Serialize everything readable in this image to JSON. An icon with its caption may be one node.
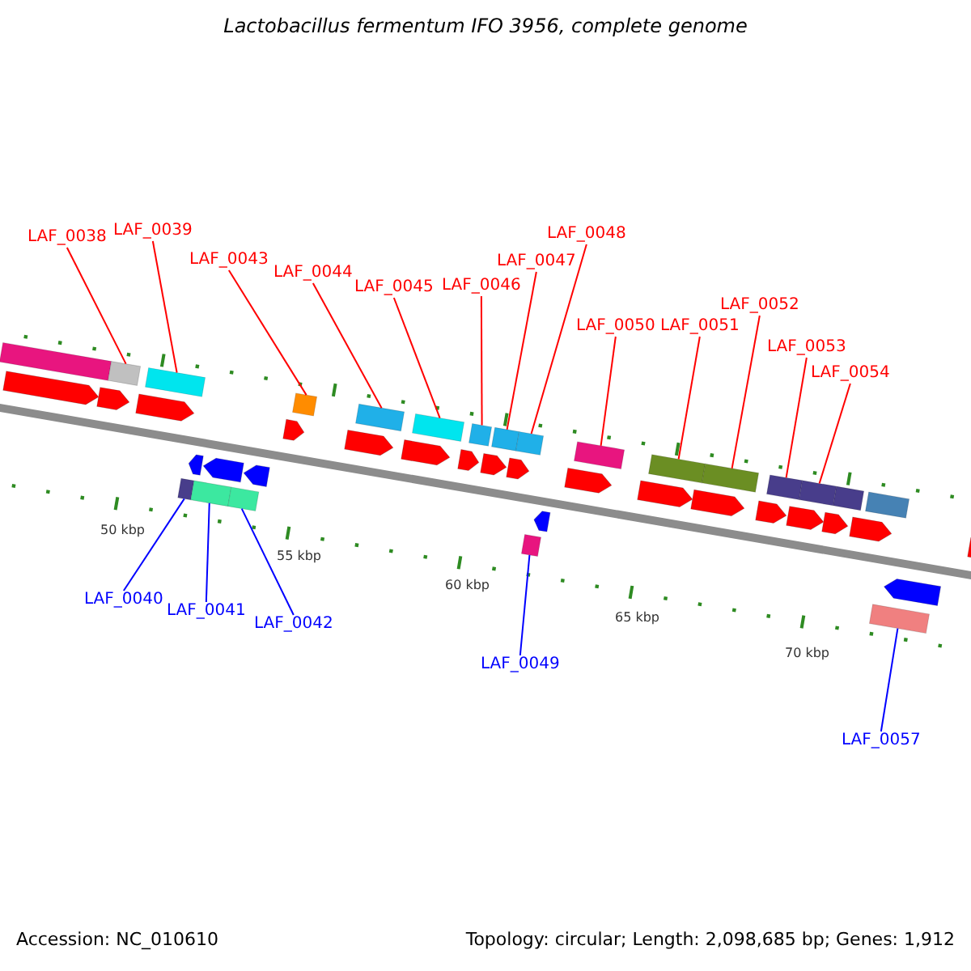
{
  "diagram": {
    "title": "Lactobacillus fermentum IFO 3956, complete genome",
    "nodes": [
      {
        "text": [
          "LAF_0038"
        ]
      },
      {
        "text": [
          "LAF_0039"
        ]
      },
      {
        "text": [
          "LAF_0043"
        ]
      },
      {
        "text": [
          "LAF_0044"
        ]
      },
      {
        "text": [
          "LAF_0045"
        ]
      },
      {
        "text": [
          "LAF_0046"
        ]
      },
      {
        "text": [
          "LAF_0047"
        ]
      },
      {
        "text": [
          "LAF_0048"
        ]
      },
      {
        "text": [
          "LAF_0050"
        ]
      },
      {
        "text": [
          "LAF_0051"
        ]
      },
      {
        "text": [
          "LAF_0052"
        ]
      },
      {
        "text": [
          "LAF_0053"
        ]
      },
      {
        "text": [
          "LAF_0054"
        ]
      },
      {
        "text": [
          "LAF_0040"
        ]
      },
      {
        "text": [
          "LAF_0041"
        ]
      },
      {
        "text": [
          "LAF_0042"
        ]
      },
      {
        "text": [
          "LAF_0049"
        ]
      },
      {
        "text": [
          "LAF_0057"
        ]
      },
      {
        "text": [],
        "shape": "bar"
      },
      {
        "text": [],
        "shape": "bar"
      },
      {
        "text": [],
        "shape": "bar"
      },
      {
        "text": [],
        "shape": "bar"
      },
      {
        "text": [],
        "shape": "bar"
      },
      {
        "text": [],
        "shape": "bar"
      },
      {
        "text": [],
        "shape": "bar"
      },
      {
        "text": [],
        "shape": "bar"
      },
      {
        "text": [],
        "shape": "bar"
      },
      {
        "text": [],
        "shape": "bar"
      },
      {
        "text": [],
        "shape": "bar"
      },
      {
        "text": [],
        "shape": "bar"
      },
      {
        "text": [],
        "shape": "bar"
      },
      {
        "text": [],
        "shape": "bar"
      },
      {
        "text": [],
        "shape": "bar"
      },
      {
        "text": [],
        "shape": "bar"
      },
      {
        "text": [],
        "shape": "bar"
      },
      {
        "text": [],
        "shape": "bar"
      }
    ],
    "edges": [
      {
        "from": 0,
        "to": 18,
        "arrow": "none"
      },
      {
        "from": 1,
        "to": 19,
        "arrow": "none"
      },
      {
        "from": 2,
        "to": 23,
        "arrow": "none"
      },
      {
        "from": 3,
        "to": 24,
        "arrow": "none"
      },
      {
        "from": 4,
        "to": 25,
        "arrow": "none"
      },
      {
        "from": 5,
        "to": 26,
        "arrow": "none"
      },
      {
        "from": 6,
        "to": 27,
        "arrow": "none"
      },
      {
        "from": 7,
        "to": 28,
        "arrow": "none"
      },
      {
        "from": 8,
        "to": 30,
        "arrow": "none"
      },
      {
        "from": 9,
        "to": 31,
        "arrow": "none"
      },
      {
        "from": 10,
        "to": 32,
        "arrow": "none"
      },
      {
        "from": 11,
        "to": 33,
        "arrow": "none"
      },
      {
        "from": 12,
        "to": 34,
        "arrow": "none"
      },
      {
        "from": 13,
        "to": 20,
        "arrow": "none",
        "color": "#0000ff"
      },
      {
        "from": 14,
        "to": 21,
        "arrow": "none",
        "color": "#0000ff"
      },
      {
        "from": 15,
        "to": 22,
        "arrow": "none",
        "color": "#0000ff"
      },
      {
        "from": 16,
        "to": 29,
        "arrow": "none",
        "color": "#0000ff"
      },
      {
        "from": 17,
        "to": 35,
        "arrow": "none",
        "color": "#0000ff"
      }
    ],
    "labels": [
      "50 kbp",
      "55 kbp",
      "60 kbp",
      "65 kbp",
      "70 kbp",
      "Accession: NC_010610",
      "Topology: circular; Length: 2,098,685 bp; Genes: 1,912"
    ]
  }
}
